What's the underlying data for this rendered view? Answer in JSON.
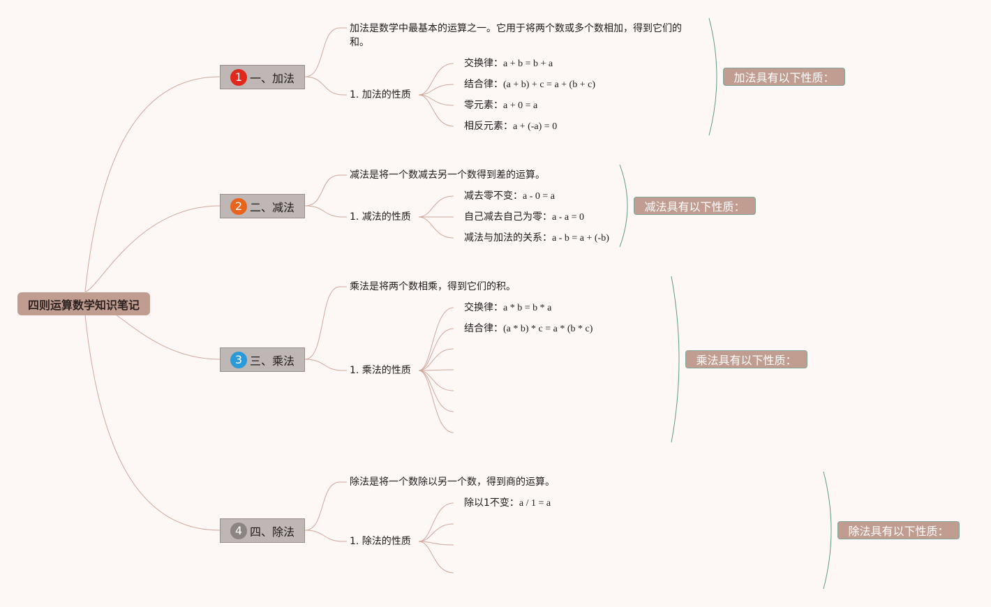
{
  "root": {
    "title": "四则运算数学知识笔记"
  },
  "branches": [
    {
      "number": "1",
      "badge_color": "#e0281c",
      "title": "一、加法",
      "description": "加法是数学中最基本的运算之一。它用于将两个数或多个数相加，得到它们的和。",
      "property_label": "1. 加法的性质",
      "properties": [
        {
          "name": "交换律：",
          "formula": "a + b = b + a"
        },
        {
          "name": "结合律：",
          "formula": "(a + b) + c = a + (b + c)"
        },
        {
          "name": "零元素：",
          "formula": "a + 0 = a"
        },
        {
          "name": "相反元素：",
          "formula": "a + (-a) = 0"
        }
      ],
      "summary": "加法具有以下性质："
    },
    {
      "number": "2",
      "badge_color": "#e8641c",
      "title": "二、减法",
      "description": "减法是将一个数减去另一个数得到差的运算。",
      "property_label": "1. 减法的性质",
      "properties": [
        {
          "name": "减去零不变：",
          "formula": "a - 0 = a"
        },
        {
          "name": "自己减去自己为零：",
          "formula": "a - a = 0"
        },
        {
          "name": "减法与加法的关系：",
          "formula": "a - b = a + (-b)"
        }
      ],
      "summary": "减法具有以下性质："
    },
    {
      "number": "3",
      "badge_color": "#2a9ad8",
      "title": "三、乘法",
      "description": "乘法是将两个数相乘，得到它们的积。",
      "property_label": "1. 乘法的性质",
      "properties": [
        {
          "name": "交换律：",
          "formula": "a * b = b * a"
        },
        {
          "name": "结合律：",
          "formula": "(a * b) * c = a * (b * c)"
        }
      ],
      "summary": "乘法具有以下性质："
    },
    {
      "number": "4",
      "badge_color": "#8a8482",
      "title": "四、除法",
      "description": "除法是将一个数除以另一个数，得到商的运算。",
      "property_label": "1. 除法的性质",
      "properties": [
        {
          "name": "除以1不变：",
          "formula": "a / 1 = a"
        }
      ],
      "summary": "除法具有以下性质："
    }
  ]
}
